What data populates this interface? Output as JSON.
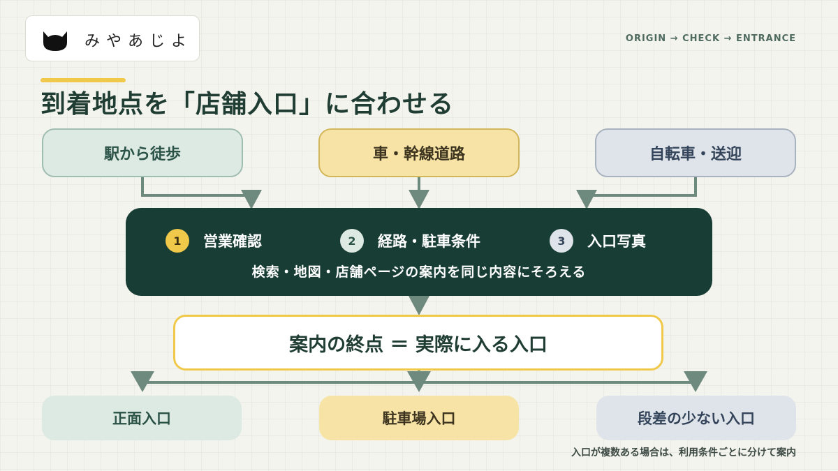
{
  "brand": {
    "name": "みやあじよ"
  },
  "header": {
    "flow": "ORIGIN → CHECK → ENTRANCE"
  },
  "title": "到着地点を「店舗入口」に合わせる",
  "sources": [
    {
      "label": "駅から徒歩"
    },
    {
      "label": "車・幹線道路"
    },
    {
      "label": "自転車・送迎"
    }
  ],
  "steps": [
    {
      "number": "1",
      "label": "営業確認"
    },
    {
      "number": "2",
      "label": "経路・駐車条件"
    },
    {
      "number": "3",
      "label": "入口写真"
    }
  ],
  "panel_subtitle": "検索・地図・店舗ページの案内を同じ内容にそろえる",
  "result": "案内の終点 ＝ 実際に入る入口",
  "destinations": [
    {
      "label": "正面入口"
    },
    {
      "label": "駐車場入口"
    },
    {
      "label": "段差の少ない入口"
    }
  ],
  "footnote": "入口が複数ある場合は、利用条件ごとに分けて案内",
  "colors": {
    "dark_green": "#183d34",
    "accent_yellow": "#f0c94b",
    "arrow": "#6e8a7f",
    "green_tint": "#dde9e3",
    "yellow_tint": "#f6e3a5",
    "gray_tint": "#dfe4ea"
  }
}
